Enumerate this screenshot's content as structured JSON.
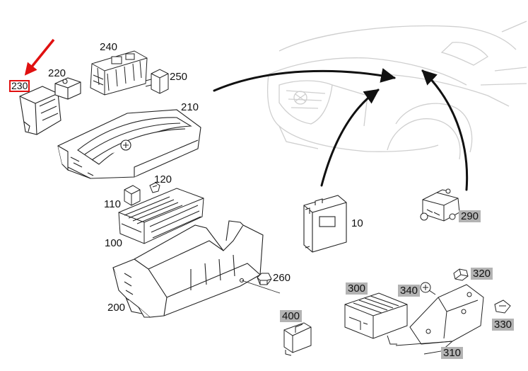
{
  "colors": {
    "line": "#222222",
    "faint": "#cfcfcf",
    "highlight_fill": "#b3b3b3",
    "marker": "#e01010"
  },
  "parts": [
    {
      "id": "p230",
      "label": "230",
      "style": "boxed"
    },
    {
      "id": "p220",
      "label": "220",
      "style": "plain"
    },
    {
      "id": "p240",
      "label": "240",
      "style": "plain"
    },
    {
      "id": "p250",
      "label": "250",
      "style": "plain"
    },
    {
      "id": "p210",
      "label": "210",
      "style": "plain"
    },
    {
      "id": "p120",
      "label": "120",
      "style": "plain"
    },
    {
      "id": "p110",
      "label": "110",
      "style": "plain"
    },
    {
      "id": "p100",
      "label": "100",
      "style": "plain"
    },
    {
      "id": "p260",
      "label": "260",
      "style": "plain"
    },
    {
      "id": "p200",
      "label": "200",
      "style": "plain"
    },
    {
      "id": "p10",
      "label": "10",
      "style": "plain"
    },
    {
      "id": "p290",
      "label": "290",
      "style": "gray"
    },
    {
      "id": "p300",
      "label": "300",
      "style": "gray"
    },
    {
      "id": "p320",
      "label": "320",
      "style": "gray"
    },
    {
      "id": "p340",
      "label": "340",
      "style": "gray"
    },
    {
      "id": "p400",
      "label": "400",
      "style": "gray"
    },
    {
      "id": "p330",
      "label": "330",
      "style": "gray"
    },
    {
      "id": "p310",
      "label": "310",
      "style": "gray"
    }
  ]
}
